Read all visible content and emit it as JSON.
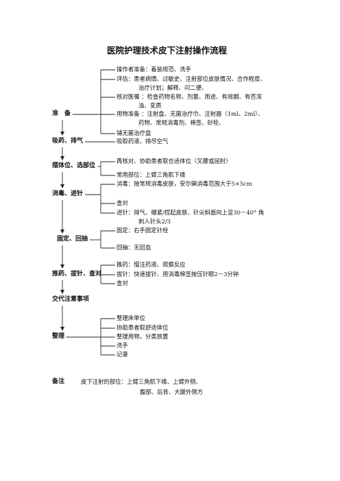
{
  "title": "医院护理技术皮下注射操作流程",
  "steps": [
    {
      "label": "准　备",
      "items": [
        [
          "操作者准备：着装规范、洗手"
        ],
        [
          "评估：患者病情、过敏史、注射部位皮肤情况、合作程度、",
          "治疗计划；解释、问二便、"
        ],
        [
          "核对医嘱 ：检查药物名称、剂量、用途、有效期、有否浑",
          "浊、变质"
        ],
        [
          "用物准备 ：注射盘、无菌治疗巾、注射器（1ml、2ml）、",
          "药物、常规消毒剂、棉签、砂轮、"
        ],
        [
          "铺无菌治疗盘"
        ]
      ]
    },
    {
      "label": "吸药、排气",
      "items": [
        [
          "吸取药液、排尽空气"
        ]
      ]
    },
    {
      "label": "摆体位、选部位",
      "items": [
        [
          "再核对、协助患者取合适体位（叉腰或屈肘）"
        ],
        [
          "常用部位：上臂三角肌下缘"
        ]
      ]
    },
    {
      "label": "消毒、进针",
      "items": [
        [
          "消毒：按常规消毒皮肤，安尔碘消毒范围大于5×5cm"
        ],
        [
          "查对"
        ],
        [
          "进针：排气、绷紧/捏起皮肤、针尖斜面向上呈30－40° 角",
          "刺入针头2/3"
        ]
      ]
    },
    {
      "label": "固定、回抽",
      "items": [
        [
          "固定：右手固定针栓"
        ],
        [
          "回抽：无回血"
        ]
      ]
    },
    {
      "label": "推药、拔针、查对",
      "items": [
        [
          "推药：慢注药液、观察反应"
        ],
        [
          "拔针：快速拔针、用消毒棉签按压针眼2－3分钟"
        ],
        [
          "查对"
        ]
      ]
    },
    {
      "label": "交代注意事项",
      "items": []
    },
    {
      "label": "整理",
      "items": [
        [
          "整理床单位"
        ],
        [
          "协助患者取舒适体位"
        ],
        [
          "整理用物，分类放置"
        ],
        [
          "洗手"
        ],
        [
          "记录"
        ]
      ]
    }
  ],
  "note": {
    "label": "备注",
    "lines": [
      "皮下注射的部位：上臂三角肌下缘、上臂外侧、",
      "腹部、后背、大腿外侧方"
    ]
  }
}
